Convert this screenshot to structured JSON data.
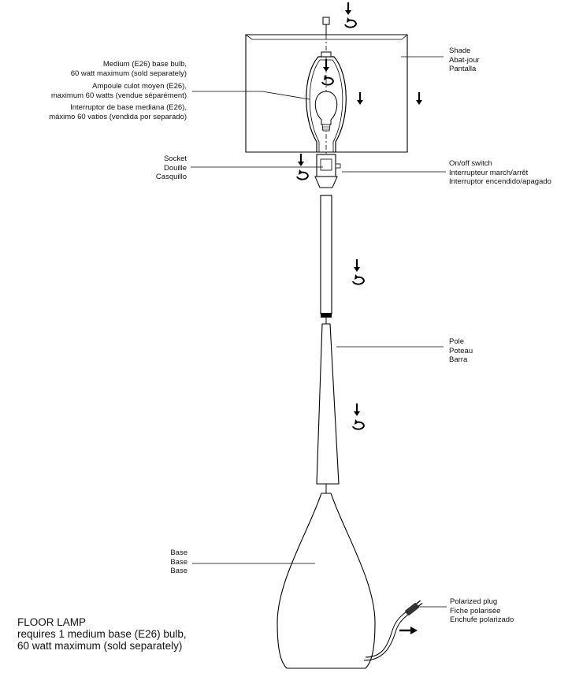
{
  "labels": {
    "bulb": [
      "Medium (E26) base bulb,",
      "60 watt maximum (sold separately)"
    ],
    "bulb_fr": [
      "Ampoule culot moyen (E26),",
      "maximum 60 watts (vendue séparément)"
    ],
    "bulb_es": [
      "Interruptor de base mediana (E26),",
      "máximo 60 vatios (vendida por separado)"
    ],
    "shade": [
      "Shade",
      "Abat-jour",
      "Pantalla"
    ],
    "socket": [
      "Socket",
      "Douille",
      "Casquillo"
    ],
    "switch": [
      "On/off switch",
      "Interrupteur march/arrêt",
      "Interruptor encendido/apagado"
    ],
    "pole": [
      "Pole",
      "Poteau",
      "Barra"
    ],
    "base": [
      "Base",
      "Base",
      "Base"
    ],
    "plug": [
      "Polarized plug",
      "Fiche polarisée",
      "Enchufe polarizado"
    ]
  },
  "title": {
    "line1": "FLOOR LAMP",
    "line2": "requires 1 medium base (E26) bulb,",
    "line3": "60 watt maximum (sold separately)"
  },
  "icons": [
    "down-arrow-icon",
    "rotate-icon",
    "right-arrow-icon"
  ]
}
